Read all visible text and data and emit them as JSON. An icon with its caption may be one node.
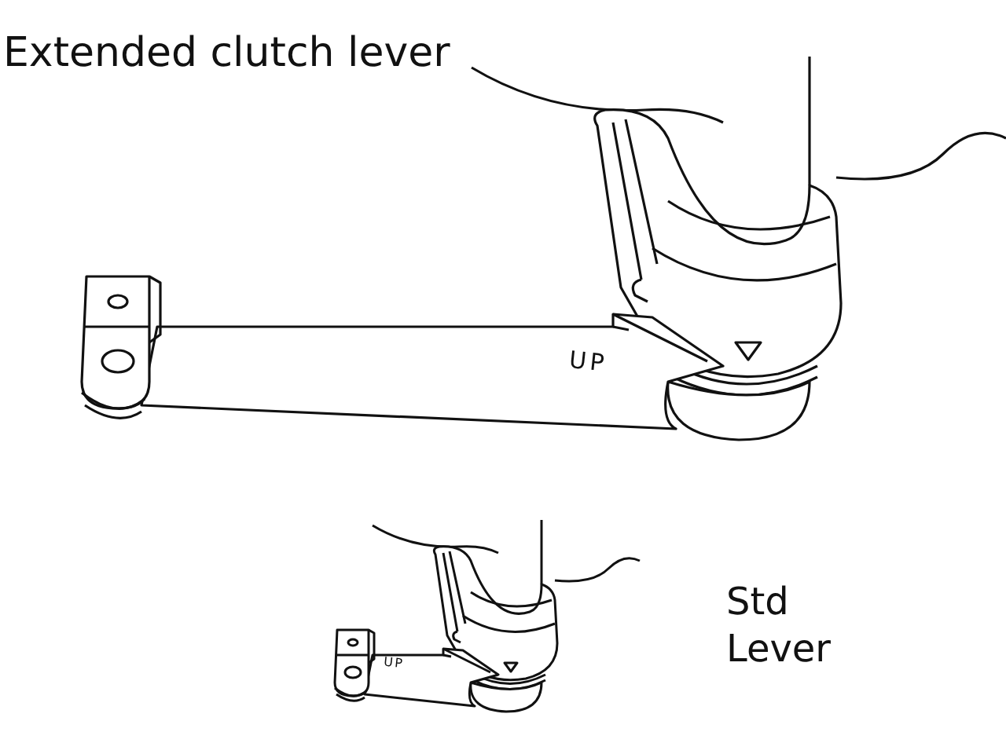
{
  "diagram": {
    "title": "Extended clutch lever",
    "labels": [
      "UP",
      "UP",
      "Std Lever"
    ]
  }
}
